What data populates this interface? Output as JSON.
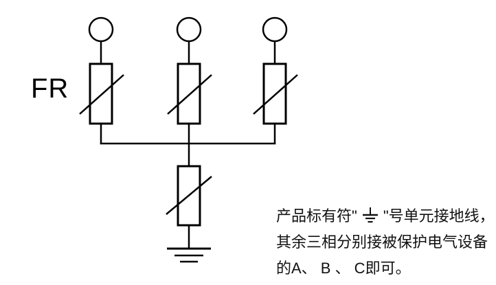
{
  "diagram": {
    "device_label": "FR",
    "terminal_count": 3,
    "components": {
      "terminals": "terminal-circle",
      "arresters": "varistor-symbol",
      "ground": "earth-ground-symbol"
    },
    "colors": {
      "line": "#000000",
      "background": "#ffffff"
    }
  },
  "note": {
    "line1_prefix": "产品标有符\"",
    "line1_suffix": "\"号单元接地线，",
    "line2": "其余三相分别接被保护电气设备",
    "line3": "的A、 B 、 C即可。"
  }
}
